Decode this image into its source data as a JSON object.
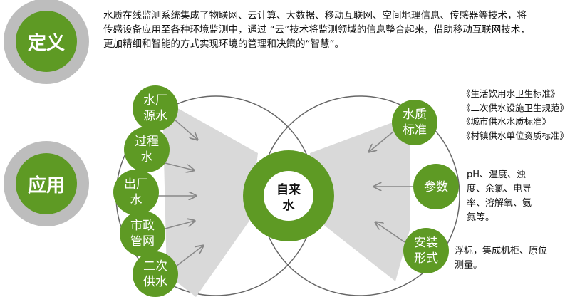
{
  "definition": {
    "badge": "定义",
    "text": "水质在线监测系统集成了物联网、云计算、大数据、移动互联网、空间地理信息、传感器等技术，将传感设备应用至各种环境监测中，通过 “云”技术将监测领域的信息整合起来，借助移动互联网技术，更加精细和智能的方式实现环境的管理和决策的“智慧”。"
  },
  "application": {
    "badge": "应用",
    "center": [
      "自来",
      "水"
    ],
    "left_nodes": [
      {
        "lines": [
          "水厂",
          "源水"
        ]
      },
      {
        "lines": [
          "过程",
          "水"
        ]
      },
      {
        "lines": [
          "出厂",
          "水"
        ]
      },
      {
        "lines": [
          "市政",
          "管网"
        ]
      },
      {
        "lines": [
          "二次",
          "供水"
        ]
      }
    ],
    "right_nodes": [
      {
        "lines": [
          "水质",
          "标准"
        ]
      },
      {
        "lines": [
          "参数"
        ]
      },
      {
        "lines": [
          "安装",
          "形式"
        ]
      }
    ],
    "standards": [
      "《生活饮用水卫生标准》",
      "《二次供水设施卫生规范》",
      "《城市供水水质标准》",
      "《村镇供水单位资质标准》"
    ],
    "parameters": "pH、温度、浊度、余氯、电导率、溶解氧、氨氮等。",
    "installation": "浮标，集成机柜、原位测量。"
  },
  "colors": {
    "green": "#5e9a24",
    "gray": "#bdbdbd",
    "light_gray": "#d9d9d9"
  }
}
